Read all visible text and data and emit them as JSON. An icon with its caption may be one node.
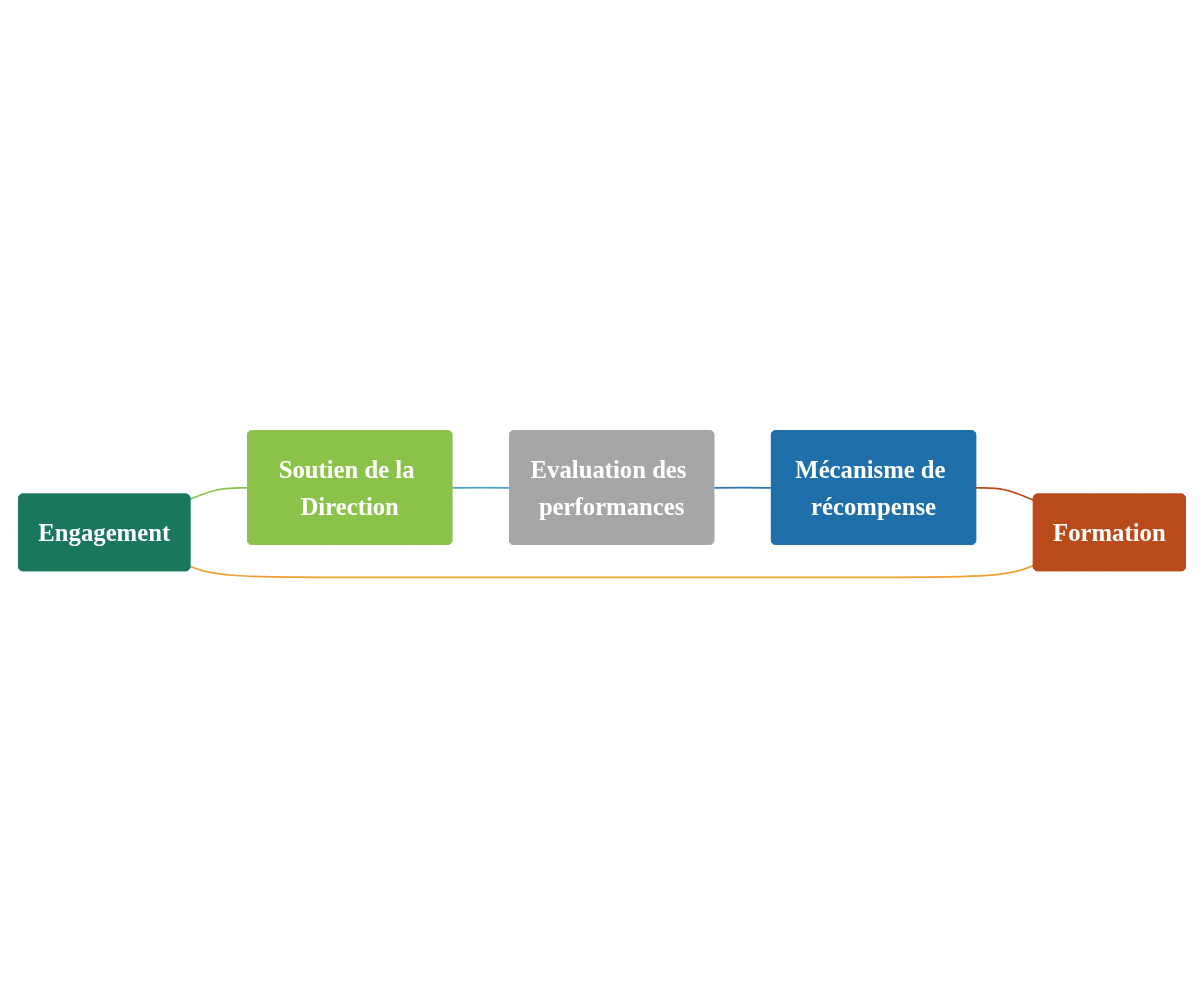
{
  "diagram": {
    "nodes": [
      {
        "text": [
          "Engagement"
        ]
      },
      {
        "text": [
          "Soutien de la Direction"
        ]
      },
      {
        "text": [
          "Evaluation des performances"
        ]
      },
      {
        "text": [
          "Mécanisme de récompense"
        ]
      },
      {
        "text": [
          "Formation"
        ]
      }
    ],
    "edges": [
      {
        "from": 0,
        "to": 1,
        "arrow": "none",
        "color": "#8bc34a"
      },
      {
        "from": 1,
        "to": 2,
        "arrow": "none",
        "color": "#4aa3c8"
      },
      {
        "from": 2,
        "to": 3,
        "arrow": "none",
        "color": "#2e75b6"
      },
      {
        "from": 3,
        "to": 4,
        "arrow": "none",
        "color": "#b84a1a"
      },
      {
        "from": 4,
        "to": 0,
        "arrow": "none",
        "color": "#f0a030"
      }
    ]
  }
}
